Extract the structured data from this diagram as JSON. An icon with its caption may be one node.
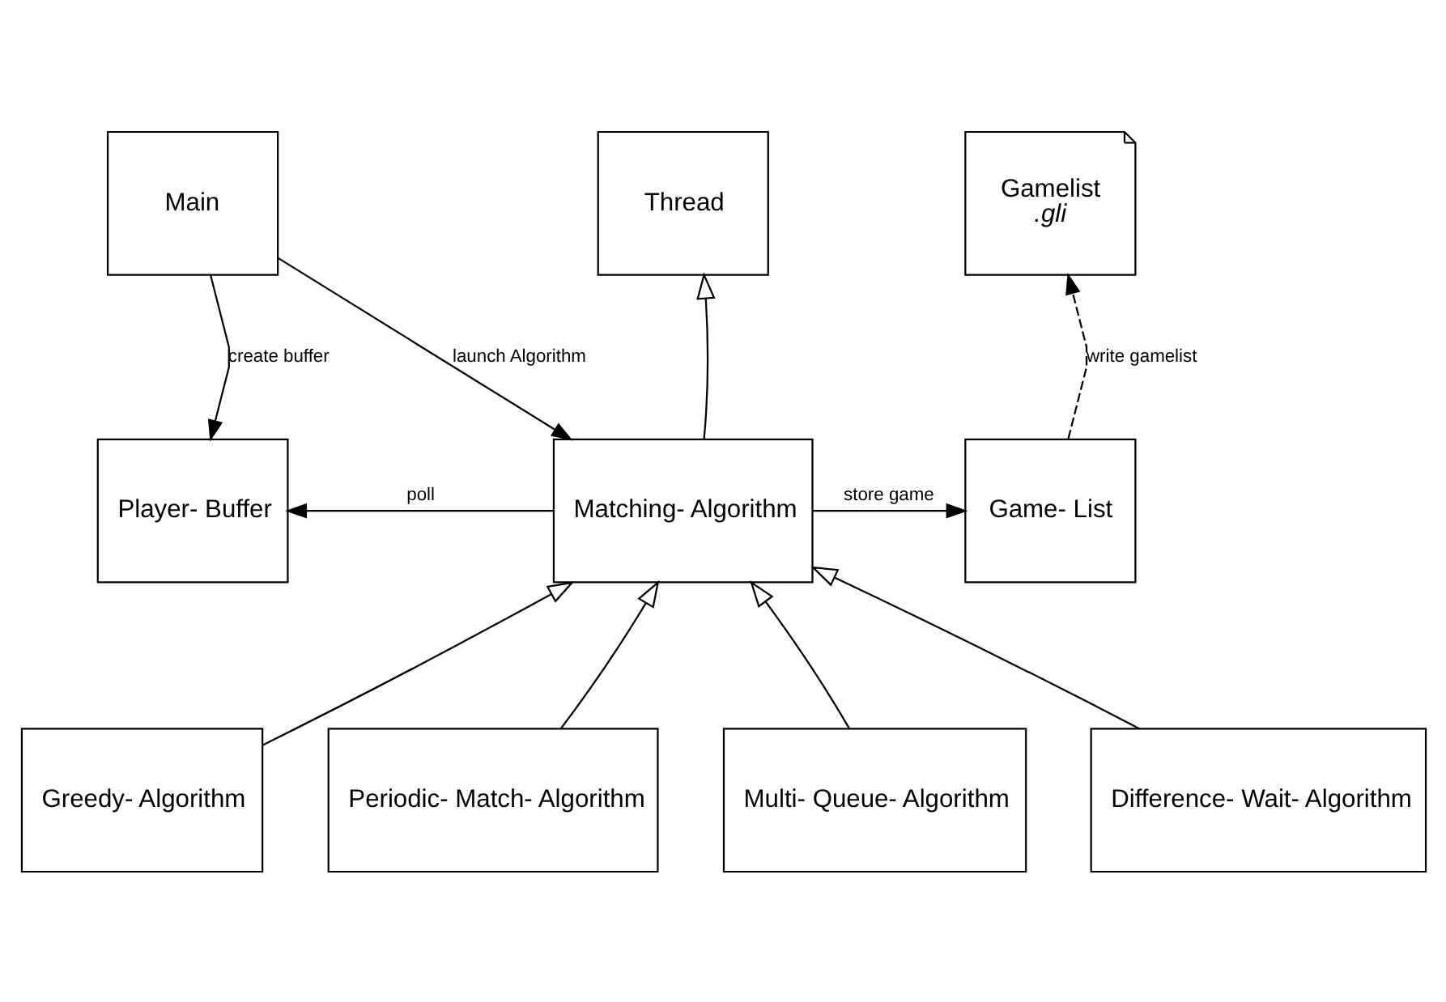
{
  "diagram": {
    "nodes": [
      {
        "text": [
          "Main"
        ]
      },
      {
        "text": [
          "Thread"
        ]
      },
      {
        "text": [
          "Gamelist",
          ".gli"
        ]
      },
      {
        "text": [
          "Player- Buffer"
        ]
      },
      {
        "text": [
          "Matching- Algorithm"
        ]
      },
      {
        "text": [
          "Game- List"
        ]
      },
      {
        "text": [
          "Greedy- Algorithm"
        ]
      },
      {
        "text": [
          "Periodic- Match- Algorithm"
        ]
      },
      {
        "text": [
          "Multi- Queue- Algorithm"
        ]
      },
      {
        "text": [
          "Difference- Wait- Algorithm"
        ]
      }
    ],
    "edges": [
      {
        "from": 0,
        "to": 3,
        "arrow": "to",
        "label": "create buffer"
      },
      {
        "from": 0,
        "to": 4,
        "arrow": "to",
        "label": "launch Algorithm"
      },
      {
        "from": 4,
        "to": 3,
        "arrow": "to",
        "label": "poll"
      },
      {
        "from": 4,
        "to": 5,
        "arrow": "to",
        "label": "store game"
      },
      {
        "from": 5,
        "to": 2,
        "arrow": "to",
        "label": "write gamelist",
        "style": "dashed"
      },
      {
        "from": 4,
        "to": 1,
        "arrow": "to"
      },
      {
        "from": 6,
        "to": 4,
        "arrow": "to"
      },
      {
        "from": 7,
        "to": 4,
        "arrow": "to"
      },
      {
        "from": 8,
        "to": 4,
        "arrow": "to"
      },
      {
        "from": 9,
        "to": 4,
        "arrow": "to"
      }
    ]
  }
}
